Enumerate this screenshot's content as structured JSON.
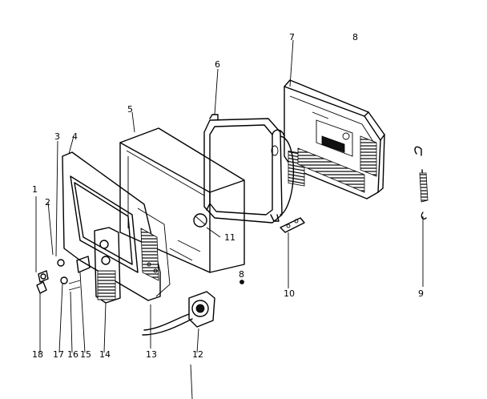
{
  "callouts": [
    {
      "id": "c1",
      "label": "1"
    },
    {
      "id": "c2",
      "label": "2"
    },
    {
      "id": "c3",
      "label": "3"
    },
    {
      "id": "c4",
      "label": "4"
    },
    {
      "id": "c5",
      "label": "5"
    },
    {
      "id": "c6",
      "label": "6"
    },
    {
      "id": "c7",
      "label": "7"
    },
    {
      "id": "c8",
      "label": "8"
    },
    {
      "id": "c9",
      "label": "9"
    },
    {
      "id": "c10",
      "label": "10"
    },
    {
      "id": "c11",
      "label": "11"
    },
    {
      "id": "c12",
      "label": "12"
    },
    {
      "id": "c13",
      "label": "13"
    },
    {
      "id": "c14",
      "label": "14"
    },
    {
      "id": "c15",
      "label": "15"
    },
    {
      "id": "c16",
      "label": "16"
    },
    {
      "id": "c17",
      "label": "17"
    },
    {
      "id": "c18",
      "label": "18"
    },
    {
      "id": "c8b",
      "label": "8"
    }
  ]
}
